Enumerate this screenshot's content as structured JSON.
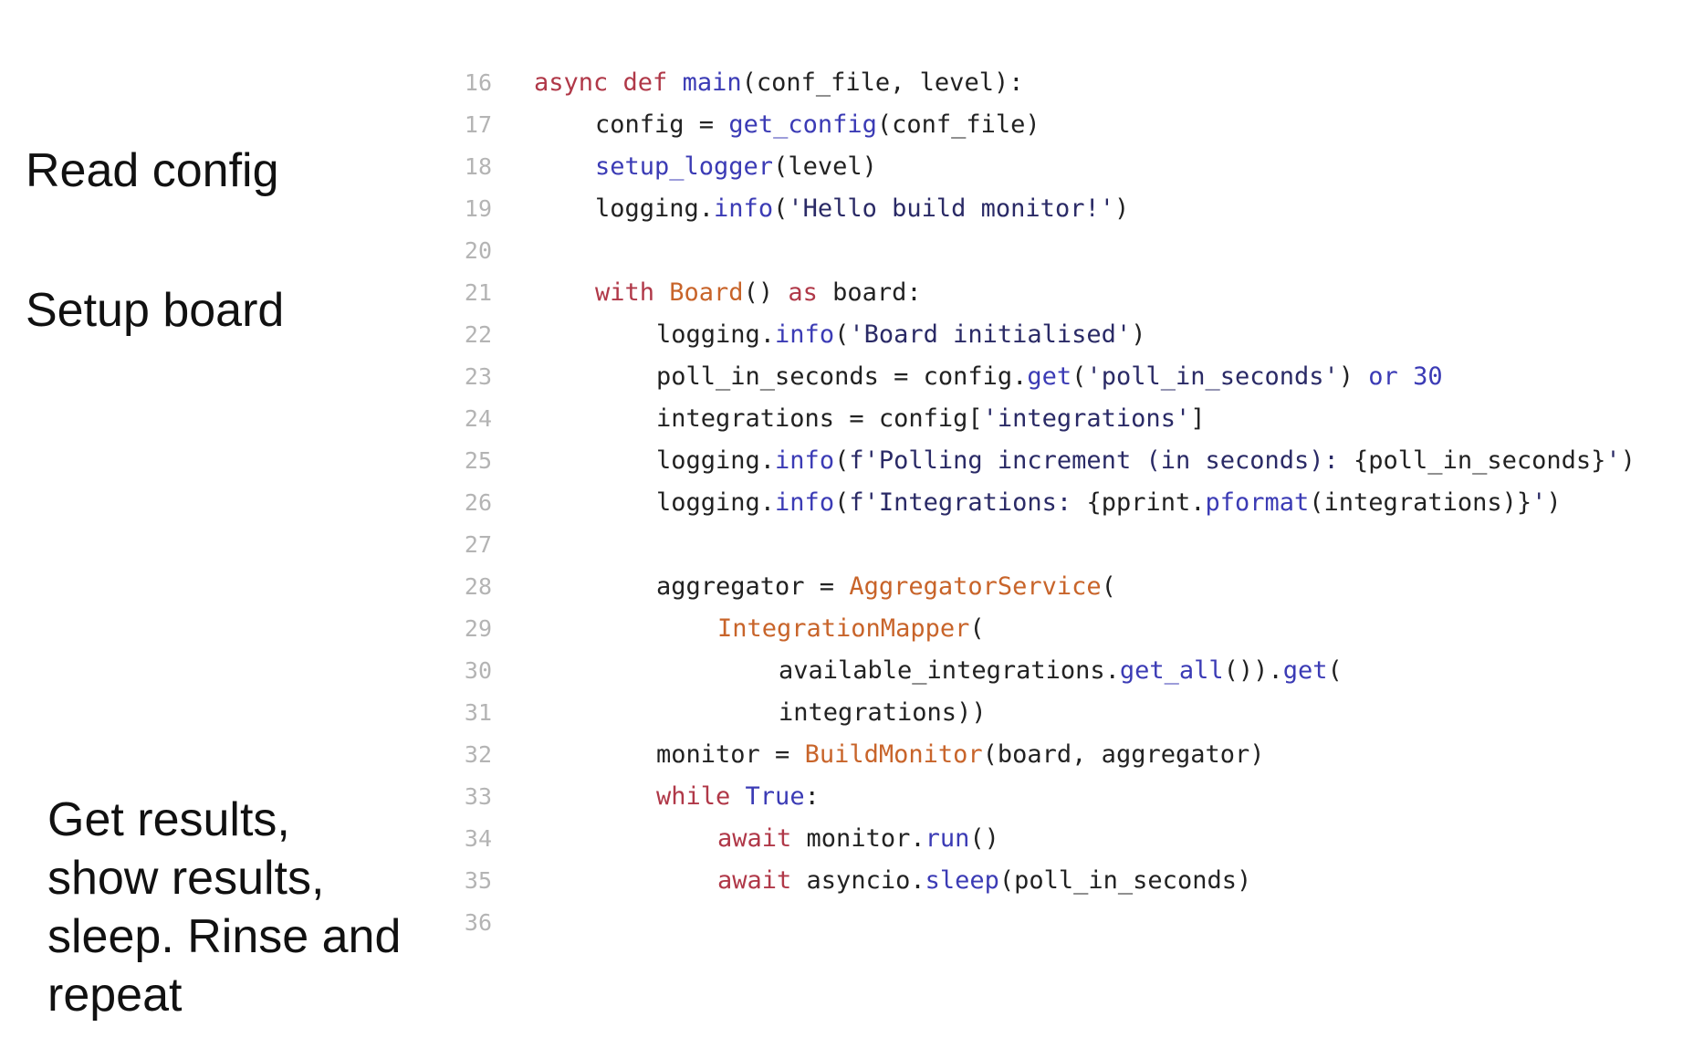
{
  "annotations": [
    {
      "lines": [
        "Read config"
      ]
    },
    {
      "lines": [
        "Setup board"
      ]
    },
    {
      "lines": [
        "Get results,",
        "show results,",
        "sleep. Rinse and",
        "repeat"
      ]
    }
  ],
  "code": {
    "top_marker": "--",
    "colors": {
      "keyword": "#b03848",
      "function": "#3b3bb5",
      "class": "#c8642a",
      "string": "#2a2a66",
      "number": "#3b3bb5",
      "plain": "#222222",
      "line_number": "#b4b4b4"
    },
    "lines": [
      {
        "num": "16",
        "indent": 0,
        "tokens": [
          [
            "kw",
            "async "
          ],
          [
            "kw",
            "def "
          ],
          [
            "fn",
            "main"
          ],
          [
            "plain",
            "(conf_file, level):"
          ]
        ]
      },
      {
        "num": "17",
        "indent": 1,
        "tokens": [
          [
            "plain",
            "config = "
          ],
          [
            "fn",
            "get_config"
          ],
          [
            "plain",
            "(conf_file)"
          ]
        ]
      },
      {
        "num": "18",
        "indent": 1,
        "tokens": [
          [
            "fn",
            "setup_logger"
          ],
          [
            "plain",
            "(level)"
          ]
        ]
      },
      {
        "num": "19",
        "indent": 1,
        "tokens": [
          [
            "plain",
            "logging."
          ],
          [
            "fn",
            "info"
          ],
          [
            "plain",
            "("
          ],
          [
            "str",
            "'Hello build monitor!'"
          ],
          [
            "plain",
            ")"
          ]
        ]
      },
      {
        "num": "20",
        "indent": 0,
        "tokens": []
      },
      {
        "num": "21",
        "indent": 1,
        "tokens": [
          [
            "kw",
            "with "
          ],
          [
            "cls",
            "Board"
          ],
          [
            "plain",
            "() "
          ],
          [
            "kw",
            "as "
          ],
          [
            "plain",
            "board:"
          ]
        ]
      },
      {
        "num": "22",
        "indent": 2,
        "tokens": [
          [
            "plain",
            "logging."
          ],
          [
            "fn",
            "info"
          ],
          [
            "plain",
            "("
          ],
          [
            "str",
            "'Board initialised'"
          ],
          [
            "plain",
            ")"
          ]
        ]
      },
      {
        "num": "23",
        "indent": 2,
        "tokens": [
          [
            "plain",
            "poll_in_seconds = config."
          ],
          [
            "fn",
            "get"
          ],
          [
            "plain",
            "("
          ],
          [
            "str",
            "'poll_in_seconds'"
          ],
          [
            "plain",
            ") "
          ],
          [
            "fn",
            "or "
          ],
          [
            "num",
            "30"
          ]
        ]
      },
      {
        "num": "24",
        "indent": 2,
        "tokens": [
          [
            "plain",
            "integrations = config["
          ],
          [
            "str",
            "'integrations'"
          ],
          [
            "plain",
            "]"
          ]
        ]
      },
      {
        "num": "25",
        "indent": 2,
        "tokens": [
          [
            "plain",
            "logging."
          ],
          [
            "fn",
            "info"
          ],
          [
            "plain",
            "("
          ],
          [
            "str",
            "f'Polling increment (in seconds): "
          ],
          [
            "plain",
            "{poll_in_seconds}"
          ],
          [
            "str",
            "'"
          ],
          [
            "plain",
            ")"
          ]
        ]
      },
      {
        "num": "26",
        "indent": 2,
        "tokens": [
          [
            "plain",
            "logging."
          ],
          [
            "fn",
            "info"
          ],
          [
            "plain",
            "("
          ],
          [
            "str",
            "f'Integrations: "
          ],
          [
            "plain",
            "{pprint."
          ],
          [
            "fn",
            "pformat"
          ],
          [
            "plain",
            "(integrations)}"
          ],
          [
            "str",
            "'"
          ],
          [
            "plain",
            ")"
          ]
        ]
      },
      {
        "num": "27",
        "indent": 0,
        "tokens": []
      },
      {
        "num": "28",
        "indent": 2,
        "tokens": [
          [
            "plain",
            "aggregator = "
          ],
          [
            "cls",
            "AggregatorService"
          ],
          [
            "plain",
            "("
          ]
        ]
      },
      {
        "num": "29",
        "indent": 3,
        "tokens": [
          [
            "cls",
            "IntegrationMapper"
          ],
          [
            "plain",
            "("
          ]
        ]
      },
      {
        "num": "30",
        "indent": 4,
        "tokens": [
          [
            "plain",
            "available_integrations."
          ],
          [
            "fn",
            "get_all"
          ],
          [
            "plain",
            "())."
          ],
          [
            "fn",
            "get"
          ],
          [
            "plain",
            "("
          ]
        ]
      },
      {
        "num": "31",
        "indent": 4,
        "tokens": [
          [
            "plain",
            "integrations))"
          ]
        ]
      },
      {
        "num": "32",
        "indent": 2,
        "tokens": [
          [
            "plain",
            "monitor = "
          ],
          [
            "cls",
            "BuildMonitor"
          ],
          [
            "plain",
            "(board, aggregator)"
          ]
        ]
      },
      {
        "num": "33",
        "indent": 2,
        "tokens": [
          [
            "kw",
            "while "
          ],
          [
            "fn",
            "True"
          ],
          [
            "plain",
            ":"
          ]
        ]
      },
      {
        "num": "34",
        "indent": 3,
        "tokens": [
          [
            "kw",
            "await "
          ],
          [
            "plain",
            "monitor."
          ],
          [
            "fn",
            "run"
          ],
          [
            "plain",
            "()"
          ]
        ]
      },
      {
        "num": "35",
        "indent": 3,
        "tokens": [
          [
            "kw",
            "await "
          ],
          [
            "plain",
            "asyncio."
          ],
          [
            "fn",
            "sleep"
          ],
          [
            "plain",
            "(poll_in_seconds)"
          ]
        ]
      },
      {
        "num": "36",
        "indent": 0,
        "tokens": []
      }
    ]
  }
}
